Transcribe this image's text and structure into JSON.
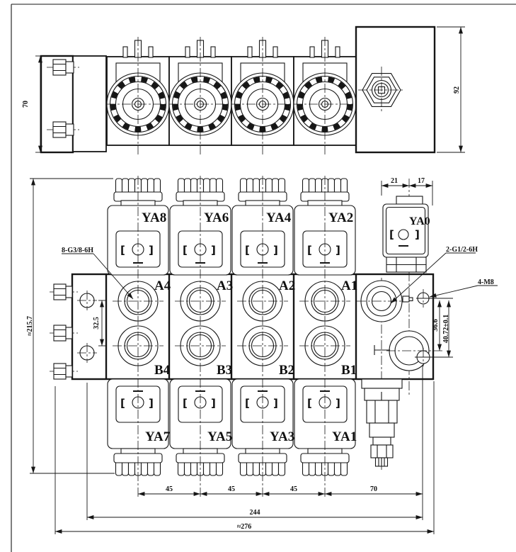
{
  "top_view": {
    "plate_height_dim": "70",
    "end_block_height_dim": "92"
  },
  "front_view": {
    "overall_height_dim": "≈215.7",
    "ab_port_spacing_dim": "32.5",
    "work_port_thread_label": "8-G3/8-6H",
    "main_port_thread_label": "2-G1/2-6H",
    "mounting_thread_label": "4-M8",
    "pilot_dim_left": "21",
    "pilot_dim_right": "17",
    "hole_offset_dim": "36.6",
    "hole_offset_tol_dim": "40.72±0.1",
    "pitch_dims": [
      "45",
      "45",
      "45"
    ],
    "end_pitch_dim": "70",
    "hole_span_dim": "244",
    "overall_width_dim": "≈276",
    "top_solenoid_labels": [
      "YA8",
      "YA6",
      "YA4",
      "YA2"
    ],
    "bottom_solenoid_labels": [
      "YA7",
      "YA5",
      "YA3",
      "YA1"
    ],
    "pilot_solenoid_label": "YA0",
    "a_port_labels": [
      "A4",
      "A3",
      "A2",
      "A1"
    ],
    "b_port_labels": [
      "B4",
      "B3",
      "B2",
      "B1"
    ]
  },
  "colors": {
    "line": "#161616",
    "background": "#ffffff"
  }
}
